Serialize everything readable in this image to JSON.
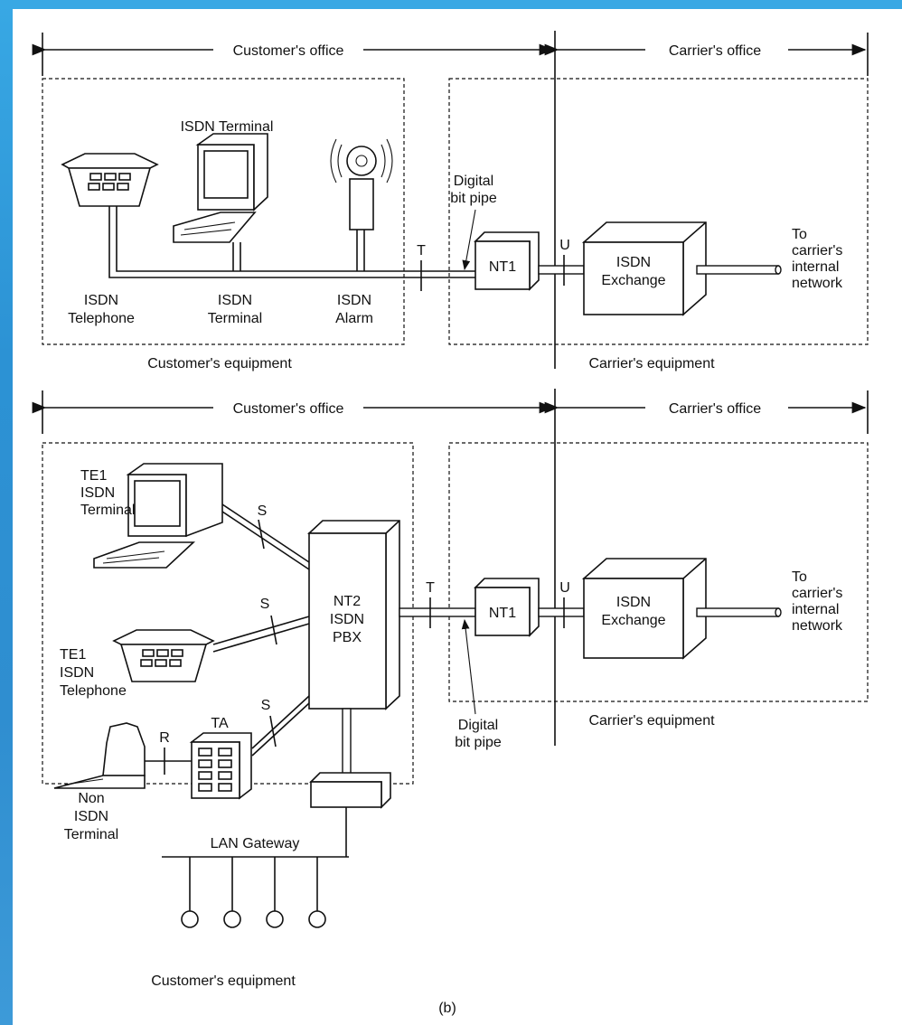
{
  "top": {
    "customers_office": "Customer's office",
    "carriers_office": "Carrier's office",
    "isdn_terminal_top": "ISDN Terminal",
    "digital_bit_pipe": [
      "Digital",
      "bit pipe"
    ],
    "t_label": "T",
    "u_label": "U",
    "nt1": "NT1",
    "isdn_exchange": [
      "ISDN",
      "Exchange"
    ],
    "to_carrier": [
      "To",
      "carrier's",
      "internal",
      "network"
    ],
    "isdn_telephone": [
      "ISDN",
      "Telephone"
    ],
    "isdn_terminal": [
      "ISDN",
      "Terminal"
    ],
    "isdn_alarm": [
      "ISDN",
      "Alarm"
    ],
    "customers_equipment": "Customer's equipment",
    "carriers_equipment": "Carrier's equipment"
  },
  "bottom": {
    "customers_office": "Customer's office",
    "carriers_office": "Carrier's office",
    "te1_terminal": [
      "TE1",
      "ISDN",
      "Terminal"
    ],
    "te1_telephone": [
      "TE1",
      "ISDN",
      "Telephone"
    ],
    "s_label": "S",
    "nt2": [
      "NT2",
      "ISDN",
      "PBX"
    ],
    "t_label": "T",
    "u_label": "U",
    "nt1": "NT1",
    "isdn_exchange": [
      "ISDN",
      "Exchange"
    ],
    "to_carrier": [
      "To",
      "carrier's",
      "internal",
      "network"
    ],
    "r_label": "R",
    "ta_label": "TA",
    "non_isdn_terminal": [
      "Non",
      "ISDN",
      "Terminal"
    ],
    "lan_gateway": "LAN Gateway",
    "digital_bit_pipe": [
      "Digital",
      "bit pipe"
    ],
    "carriers_equipment": "Carrier's equipment",
    "customers_equipment": "Customer's equipment"
  },
  "figure_caption": "(b)"
}
